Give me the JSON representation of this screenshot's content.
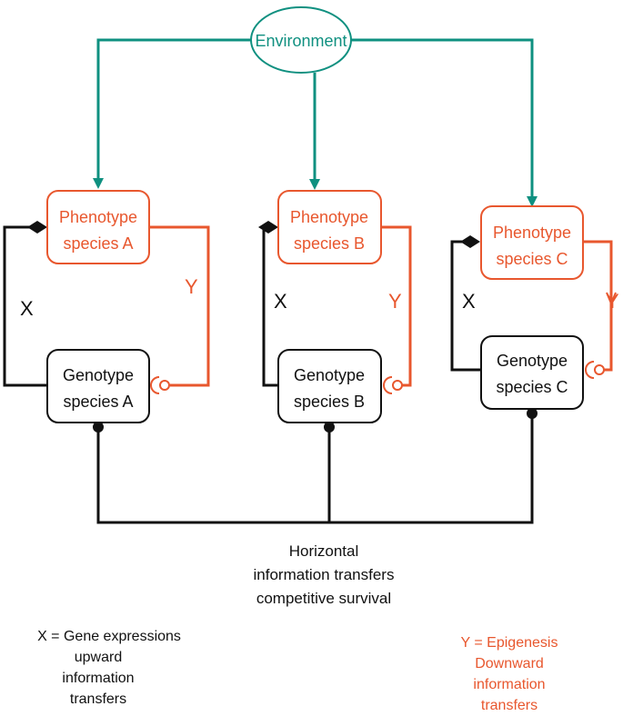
{
  "colors": {
    "teal": "#0f9080",
    "orange": "#e8572e",
    "black": "#111111"
  },
  "environment": {
    "label": "Environment"
  },
  "species": [
    {
      "phenotype": [
        "Phenotype",
        "species A"
      ],
      "genotype": [
        "Genotype",
        "species A"
      ],
      "x_label": "X",
      "y_label": "Y"
    },
    {
      "phenotype": [
        "Phenotype",
        "species B"
      ],
      "genotype": [
        "Genotype",
        "species B"
      ],
      "x_label": "X",
      "y_label": "Y"
    },
    {
      "phenotype": [
        "Phenotype",
        "species C"
      ],
      "genotype": [
        "Genotype",
        "species C"
      ],
      "x_label": "X",
      "y_label": "Y"
    }
  ],
  "horizontal_caption": [
    "Horizontal",
    "information transfers",
    "competitive survival"
  ],
  "legend_x": [
    "X = Gene expressions",
    "upward",
    "information",
    "transfers"
  ],
  "legend_y": [
    "Y = Epigenesis",
    "Downward",
    "information",
    "transfers"
  ]
}
